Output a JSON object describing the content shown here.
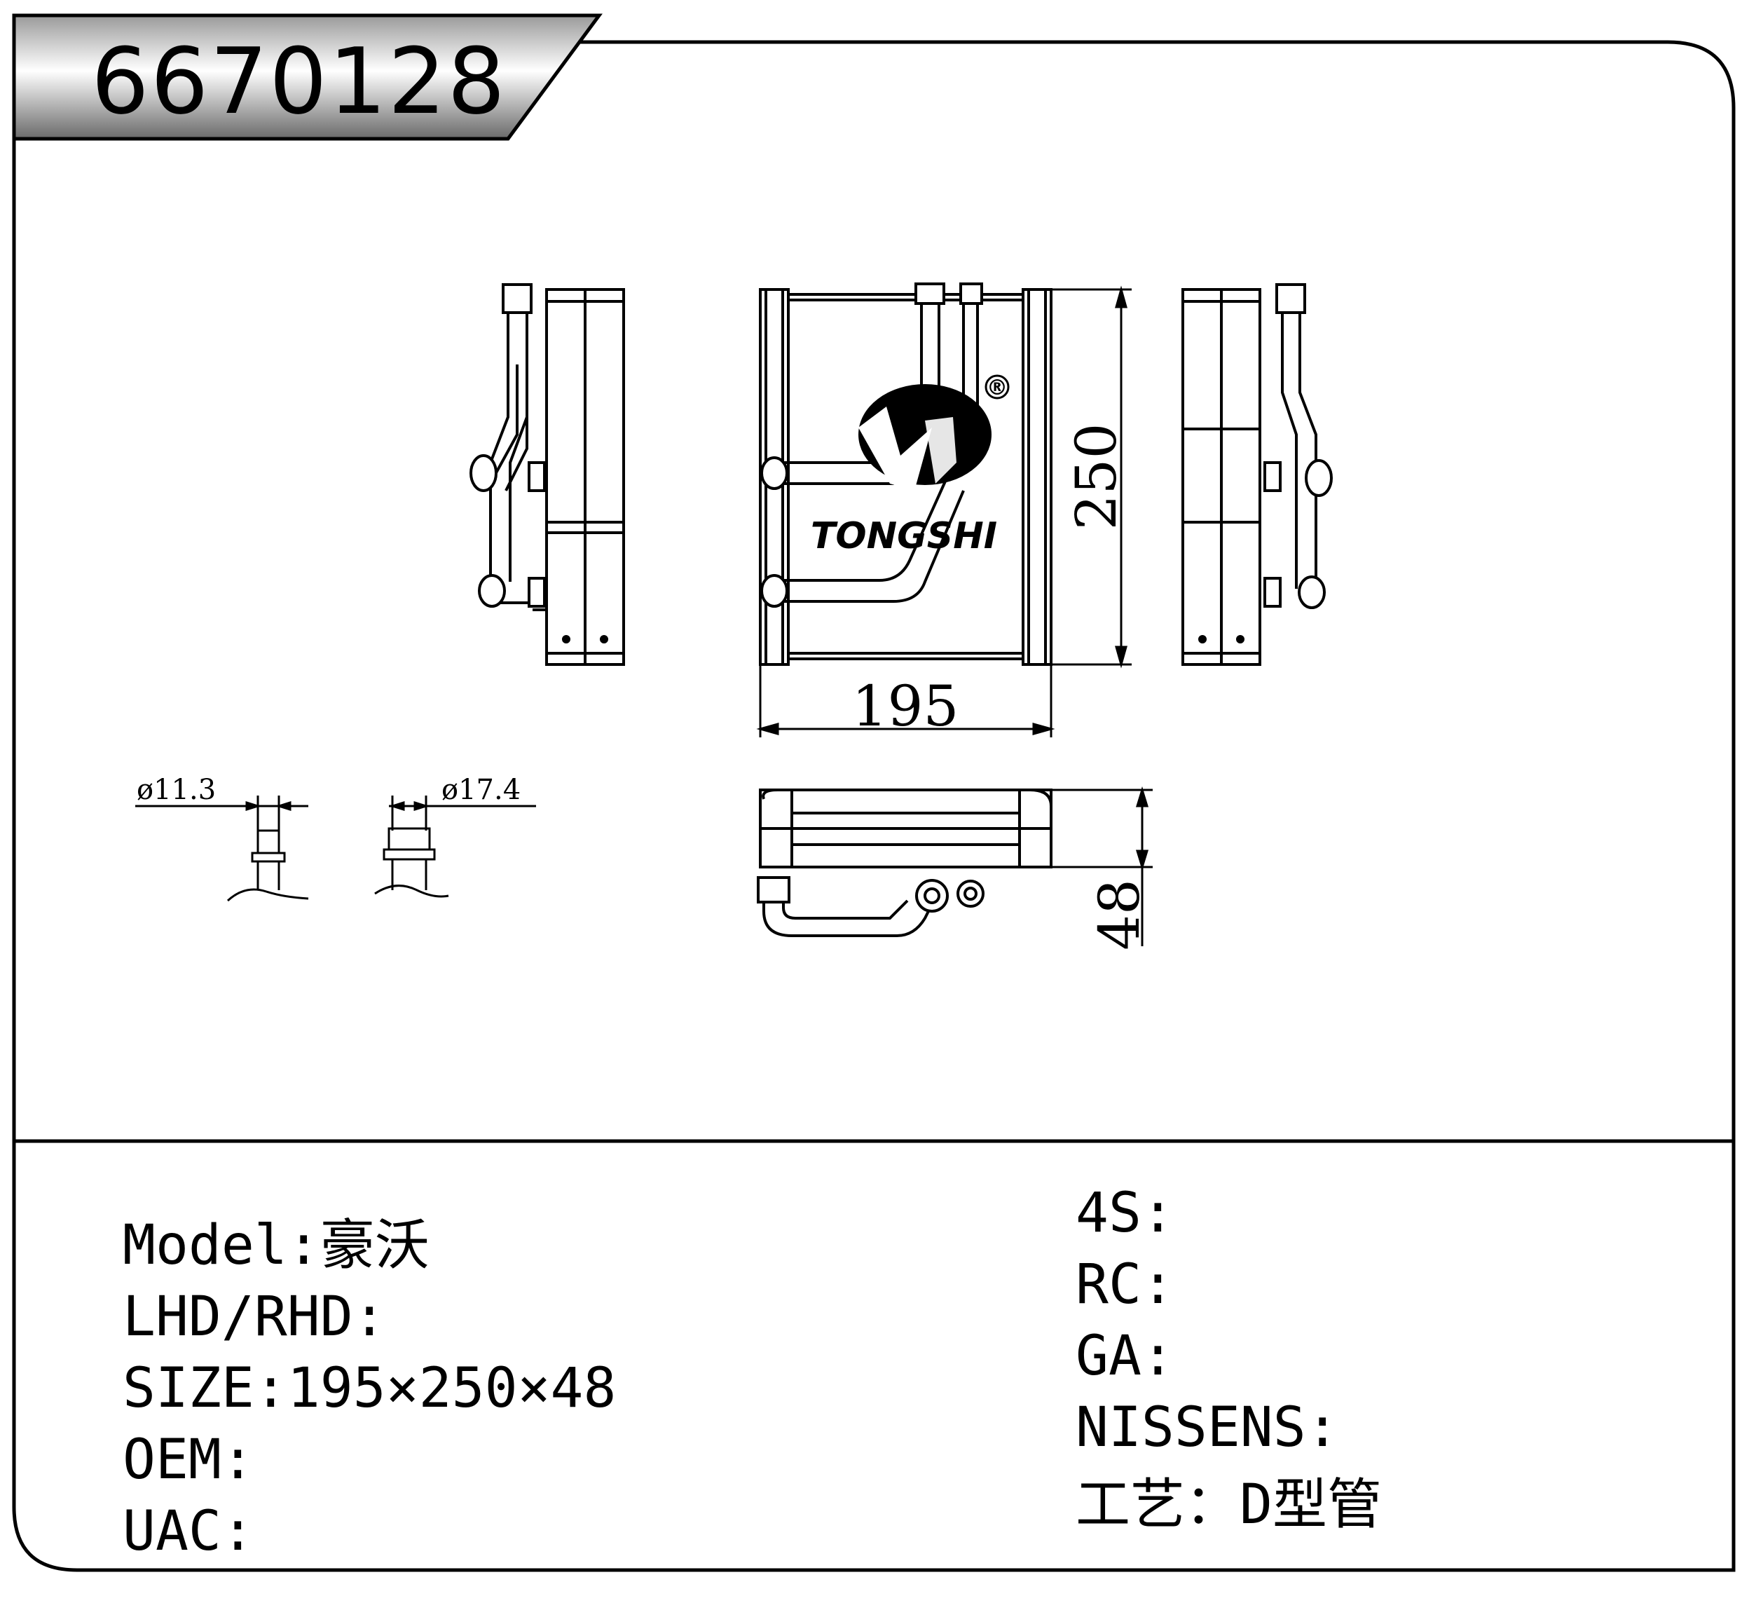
{
  "part_number": "6670128",
  "drawing": {
    "brand_text": "TONGSHI",
    "registered_mark": "®",
    "dim_width": "195",
    "dim_height": "250",
    "dim_depth": "48",
    "pipe_small": "ø11.3",
    "pipe_large": "ø17.4"
  },
  "specs_left": [
    {
      "label": "Model:",
      "value": "豪沃"
    },
    {
      "label": "LHD/RHD:",
      "value": ""
    },
    {
      "label": "SIZE:",
      "value": "195×250×48"
    },
    {
      "label": "OEM:",
      "value": ""
    },
    {
      "label": "UAC:",
      "value": ""
    }
  ],
  "specs_right": [
    {
      "label": "4S:",
      "value": ""
    },
    {
      "label": "RC:",
      "value": ""
    },
    {
      "label": "GA:",
      "value": ""
    },
    {
      "label": "NISSENS:",
      "value": ""
    },
    {
      "label": "工艺：",
      "value": "D型管"
    }
  ]
}
